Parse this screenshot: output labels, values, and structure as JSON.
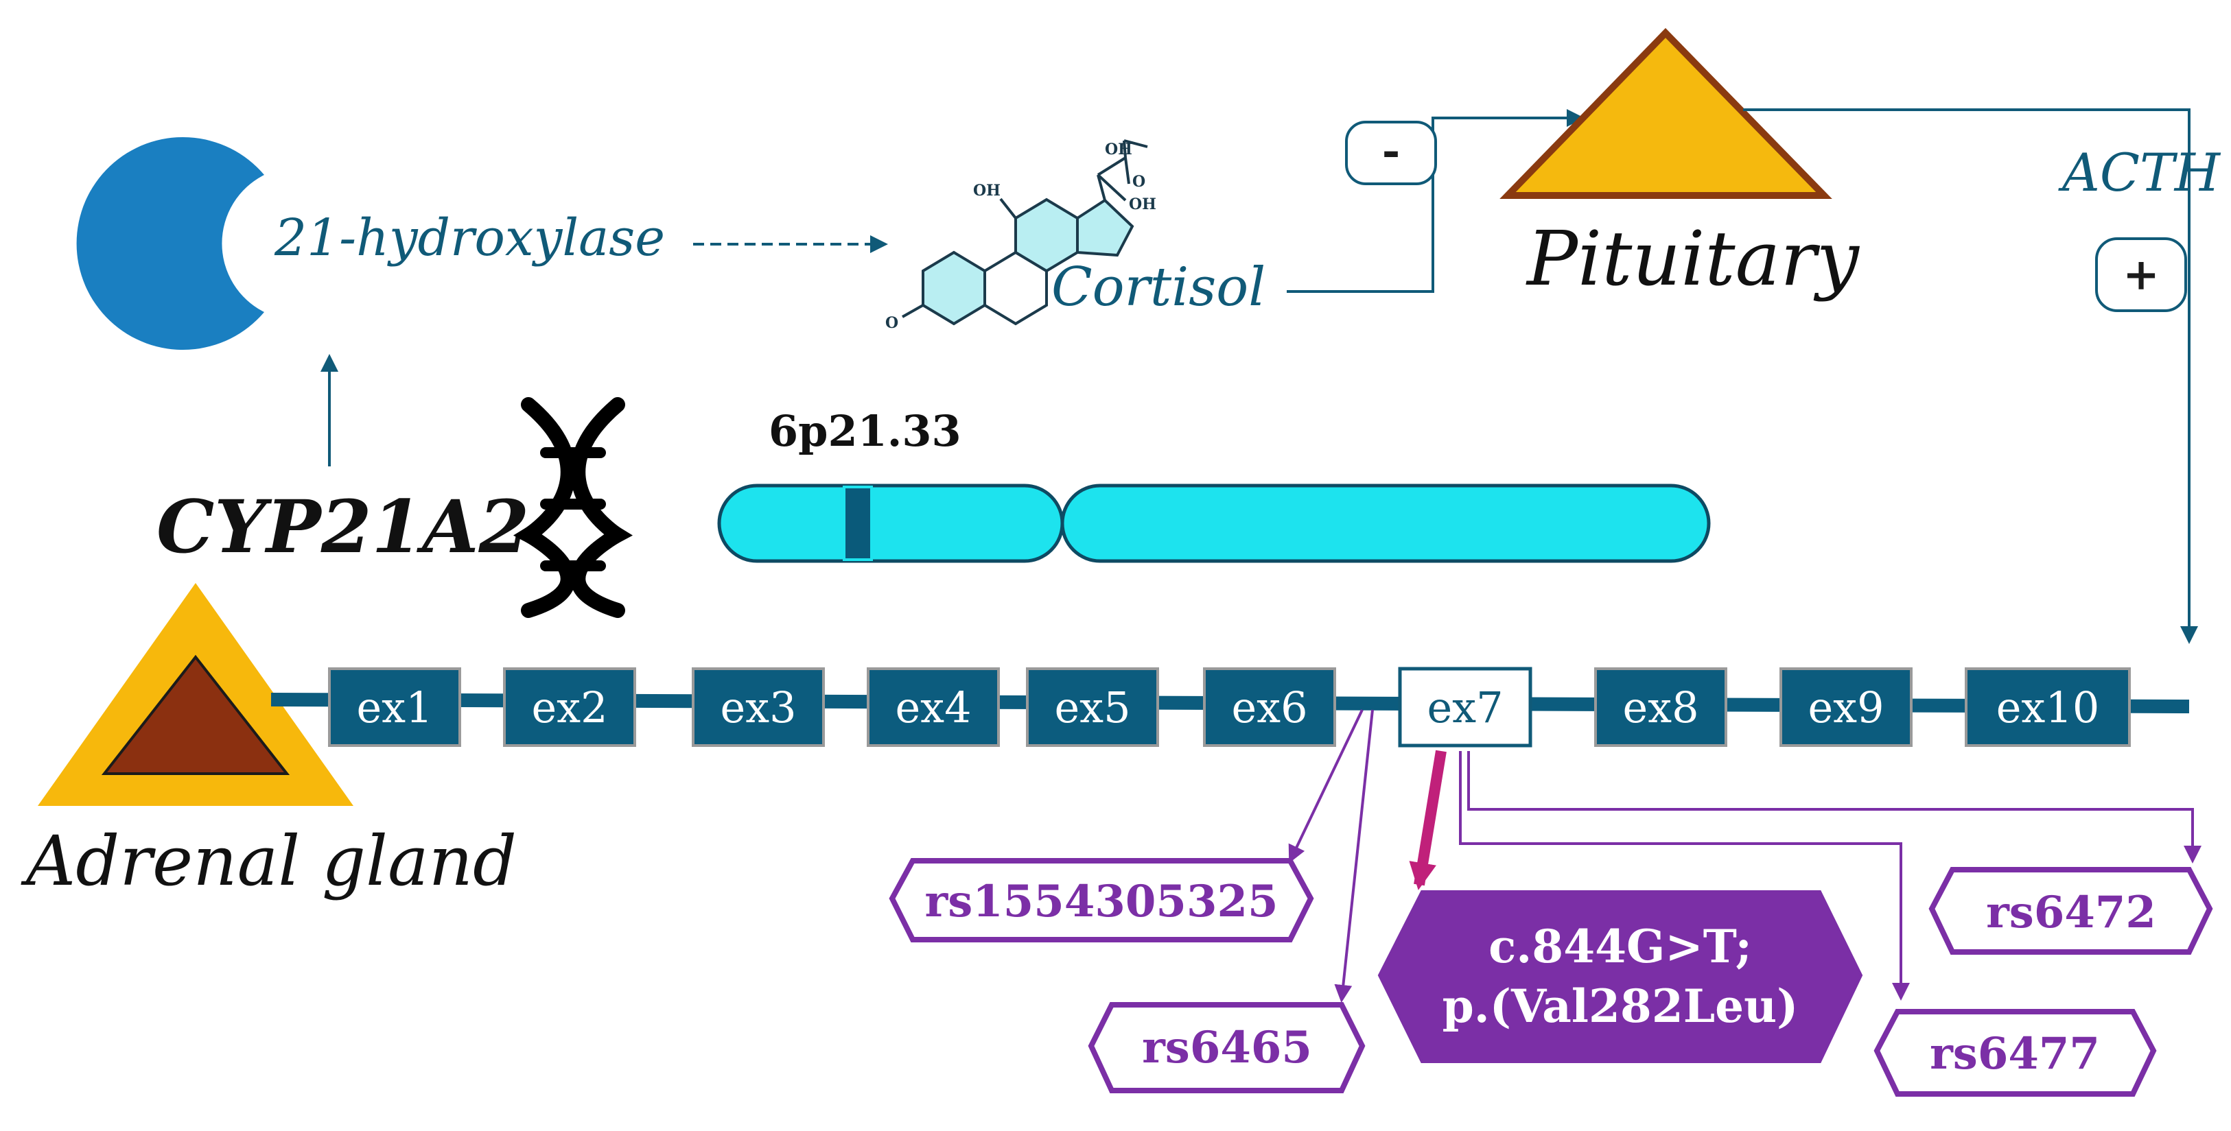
{
  "enzyme": {
    "label": "21-hydroxylase"
  },
  "cortisol": {
    "label": "Cortisol",
    "structure_labels": {
      "oh_top": "OH",
      "oh_side": "OH",
      "oh_ring": "OH",
      "carbonyl_o": "O",
      "ketone_o": "O"
    }
  },
  "pituitary": {
    "label": "Pituitary"
  },
  "feedback": {
    "negative_sign": "-",
    "positive_sign": "+",
    "hormone_label": "ACTH"
  },
  "gene": {
    "label": "CYP21A2",
    "locus": "6p21.33"
  },
  "adrenal": {
    "label": "Adrenal gland"
  },
  "exons": [
    {
      "label": "ex1"
    },
    {
      "label": "ex2"
    },
    {
      "label": "ex3"
    },
    {
      "label": "ex4"
    },
    {
      "label": "ex5"
    },
    {
      "label": "ex6"
    },
    {
      "label": "ex7",
      "highlighted": true
    },
    {
      "label": "ex8"
    },
    {
      "label": "ex9"
    },
    {
      "label": "ex10"
    }
  ],
  "variants": {
    "rs1554305325": "rs1554305325",
    "rs6465": "rs6465",
    "main_line1": "c.844G>T;",
    "main_line2": "p.(Val282Leu)",
    "rs6472": "rs6472",
    "rs6477": "rs6477"
  },
  "colors": {
    "teal_dark": "#105a78",
    "exon_fill": "#0c5c7e",
    "purple": "#7b2fa6",
    "magenta": "#c0207a",
    "enzyme_blue": "#1a7fc1",
    "chromosome": "#1de3ee",
    "pituitary_fill": "#f5b90e",
    "pituitary_stroke": "#8a3a10",
    "adrenal_outer": "#f7b80c",
    "adrenal_inner": "#8b3010"
  }
}
